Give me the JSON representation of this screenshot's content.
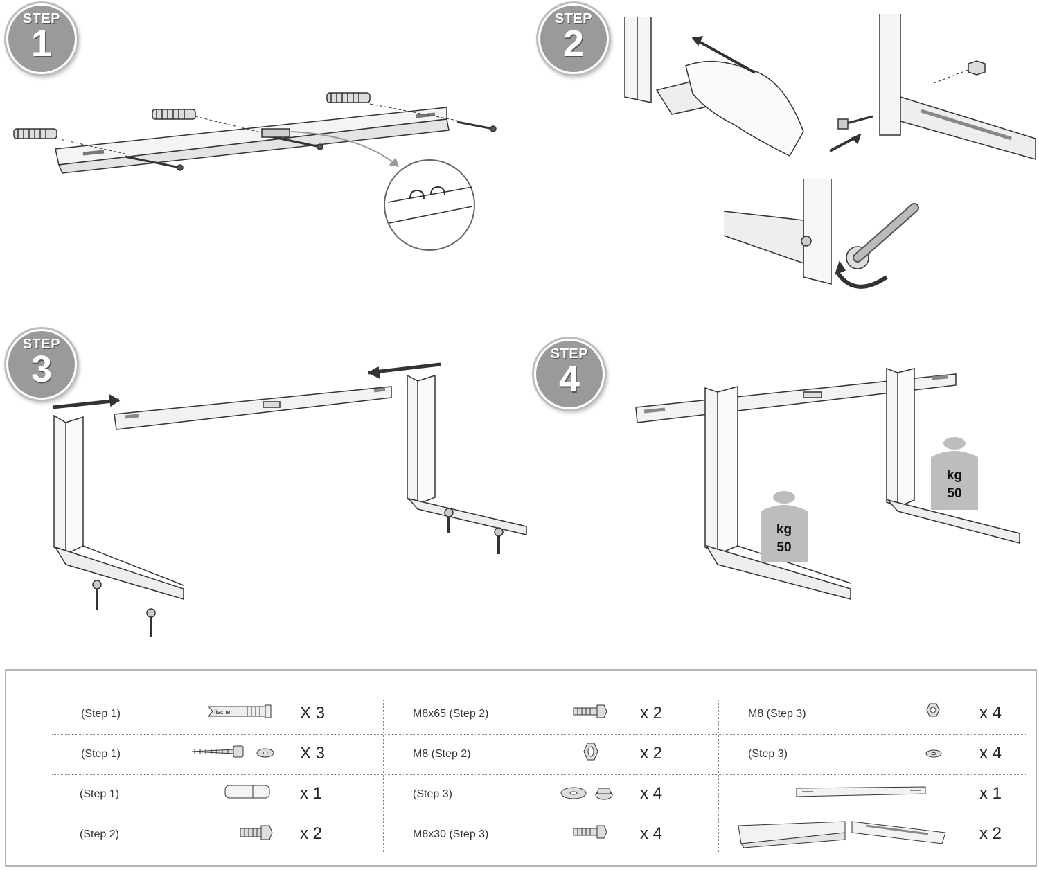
{
  "steps": [
    {
      "word": "STEP",
      "number": "1"
    },
    {
      "word": "STEP",
      "number": "2"
    },
    {
      "word": "STEP",
      "number": "3"
    },
    {
      "word": "STEP",
      "number": "4"
    }
  ],
  "weights": [
    {
      "unit": "kg",
      "value": "50"
    },
    {
      "unit": "kg",
      "value": "50"
    }
  ],
  "parts": {
    "columns": [
      [
        {
          "label": "(Step 1)",
          "icon": "wall-plug-icon",
          "qty": "X 3"
        },
        {
          "label": "(Step 1)",
          "icon": "lag-screw-washer-icon",
          "qty": "X 3"
        },
        {
          "label": "(Step 1)",
          "icon": "spacer-tube-icon",
          "qty": "x 1"
        },
        {
          "label": "(Step 2)",
          "icon": "hex-bolt-short-icon",
          "qty": "x 2"
        }
      ],
      [
        {
          "label": "M8x65 (Step 2)",
          "icon": "hex-bolt-icon",
          "qty": "x 2"
        },
        {
          "label": "M8 (Step 2)",
          "icon": "hex-nut-icon",
          "qty": "x 2"
        },
        {
          "label": "(Step 3)",
          "icon": "washer-nut-icon",
          "qty": "x 4"
        },
        {
          "label": "M8x30 (Step 3)",
          "icon": "hex-bolt-icon",
          "qty": "x 4"
        }
      ],
      [
        {
          "label": "M8 (Step 3)",
          "icon": "small-nut-icon",
          "qty": "x 4"
        },
        {
          "label": "(Step 3)",
          "icon": "small-washer-icon",
          "qty": "x 4"
        },
        {
          "label": "",
          "icon": "cross-rail-icon",
          "qty": "x 1"
        },
        {
          "label": "",
          "icon": "bracket-pair-icon",
          "qty": "x 2"
        }
      ]
    ]
  },
  "wall_plug_text": "fischer"
}
